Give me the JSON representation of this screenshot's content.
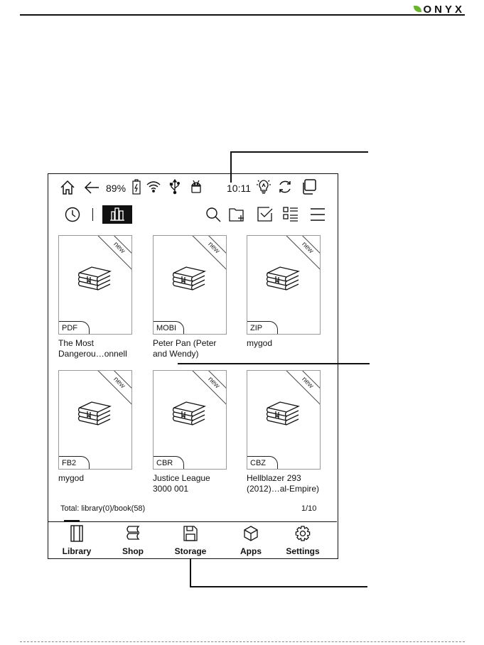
{
  "header": {
    "brand": "ONYX"
  },
  "status_bar": {
    "battery": "89%",
    "time": "10:11",
    "icons": [
      "home-icon",
      "back-arrow-icon",
      "battery-charging-icon",
      "wifi-icon",
      "usb-icon",
      "android-icon",
      "frontlight-icon",
      "refresh-icon",
      "multitask-icon"
    ]
  },
  "toolbar": {
    "left_icons": [
      "recent-clock-icon",
      "library-shelf-icon"
    ],
    "right_icons": [
      "search-icon",
      "new-folder-icon",
      "multi-select-icon",
      "view-mode-icon",
      "menu-icon"
    ]
  },
  "books": [
    {
      "format": "PDF",
      "badge": "new",
      "title_line1": "The Most",
      "title_line2": "Dangerou…onnell"
    },
    {
      "format": "MOBI",
      "badge": "new",
      "title_line1": "Peter Pan (Peter",
      "title_line2": "and Wendy)"
    },
    {
      "format": "ZIP",
      "badge": "new",
      "title_line1": "mygod",
      "title_line2": ""
    },
    {
      "format": "FB2",
      "badge": "new",
      "title_line1": "mygod",
      "title_line2": ""
    },
    {
      "format": "CBR",
      "badge": "new",
      "title_line1": "Justice League",
      "title_line2": "3000 001"
    },
    {
      "format": "CBZ",
      "badge": "new",
      "title_line1": "Hellblazer 293",
      "title_line2": "(2012)…al-Empire)"
    }
  ],
  "footer": {
    "total": "Total: library(0)/book(58)",
    "page": "1/10"
  },
  "nav": [
    {
      "label": "Library",
      "icon": "library-icon",
      "active": true
    },
    {
      "label": "Shop",
      "icon": "shop-icon",
      "active": false
    },
    {
      "label": "Storage",
      "icon": "storage-icon",
      "active": false
    },
    {
      "label": "Apps",
      "icon": "apps-icon",
      "active": false
    },
    {
      "label": "Settings",
      "icon": "settings-icon",
      "active": false
    }
  ],
  "colors": {
    "brand_green": "#6bb52e",
    "ink": "#111111",
    "tile_border": "#999999"
  }
}
